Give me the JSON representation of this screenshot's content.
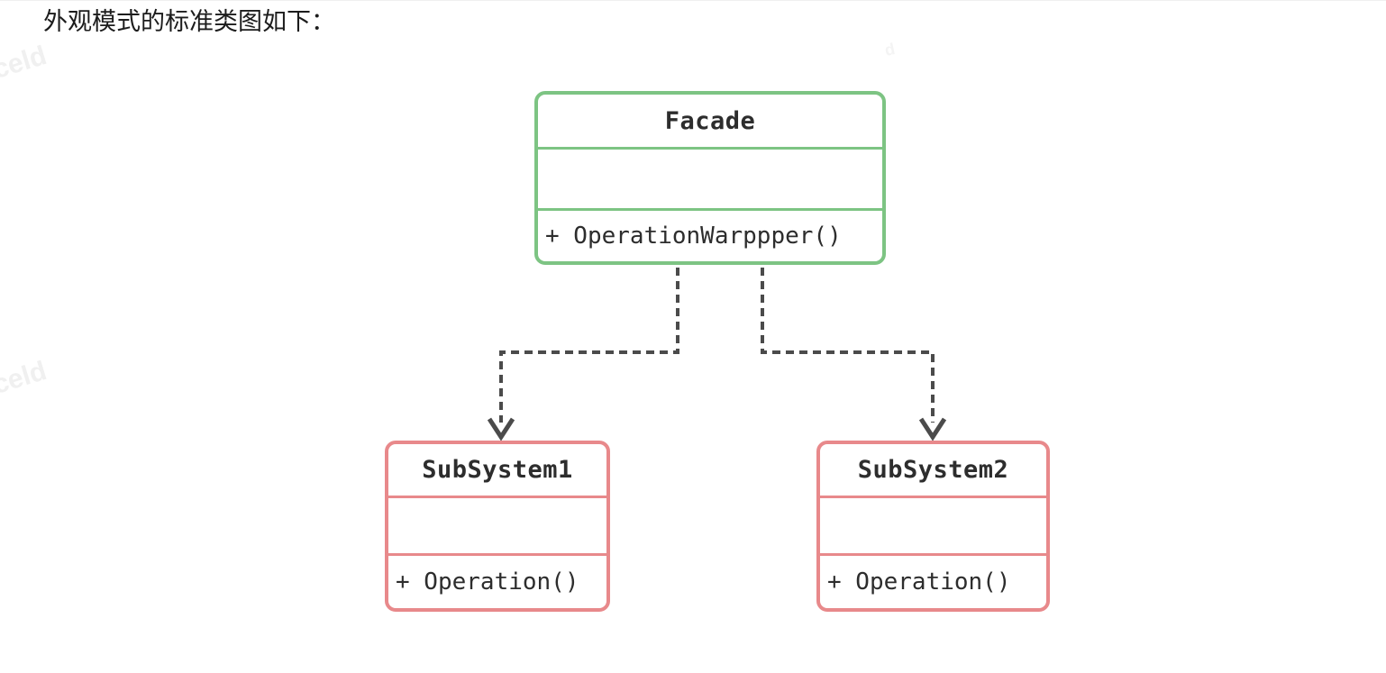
{
  "page": {
    "heading": "外观模式的标准类图如下："
  },
  "watermarks": {
    "left_top": "celd",
    "left_middle": "celd",
    "top_right_fragment": "d"
  },
  "diagram": {
    "type": "uml-class-diagram",
    "pattern": "Facade",
    "classes": [
      {
        "name": "Facade",
        "attributes": "",
        "method": "+ OperationWarppper()",
        "border_color": "#7dc483"
      },
      {
        "name": "SubSystem1",
        "attributes": "",
        "method": "+ Operation()",
        "border_color": "#e8898b"
      },
      {
        "name": "SubSystem2",
        "attributes": "",
        "method": "+ Operation()",
        "border_color": "#e8898b"
      }
    ],
    "relations": [
      {
        "from": "Facade",
        "to": "SubSystem1",
        "style": "dashed-dependency-arrow"
      },
      {
        "from": "Facade",
        "to": "SubSystem2",
        "style": "dashed-dependency-arrow"
      }
    ],
    "colors": {
      "facade_border": "#7dc483",
      "subsystem_border": "#e8898b",
      "connector": "#4b4b4b",
      "text": "#2d2d2d",
      "watermark": "#f0f0f0"
    }
  }
}
